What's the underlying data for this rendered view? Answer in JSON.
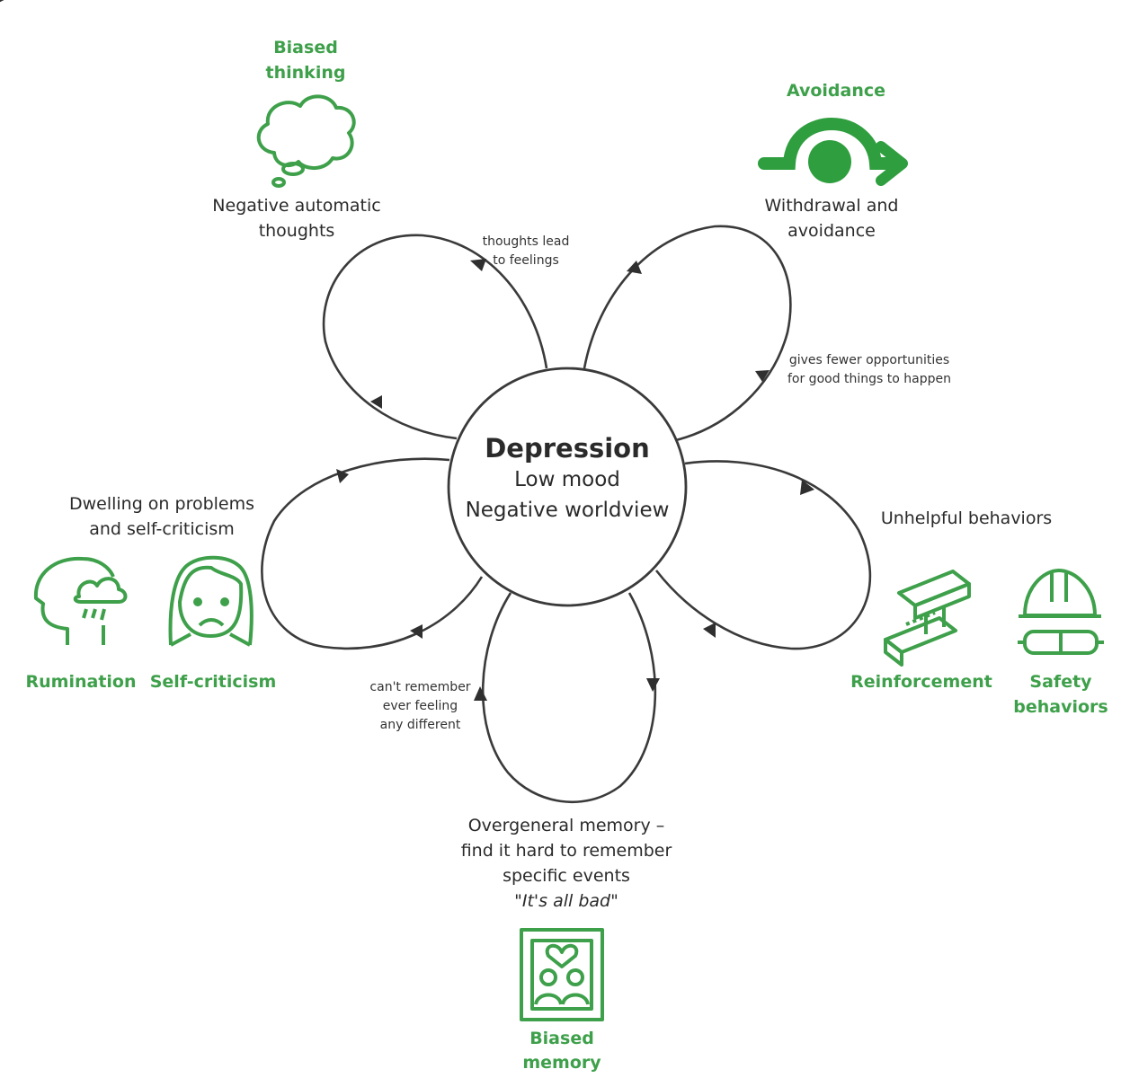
{
  "center": {
    "title": "Depression",
    "line1": "Low mood",
    "line2": "Negative worldview"
  },
  "nodes": {
    "biased_thinking": {
      "label_line1": "Biased",
      "label_line2": "thinking",
      "desc_line1": "Negative automatic",
      "desc_line2": "thoughts"
    },
    "avoidance": {
      "label": "Avoidance",
      "desc_line1": "Withdrawal and",
      "desc_line2": "avoidance"
    },
    "unhelpful": {
      "desc": "Unhelpful behaviors",
      "reinforcement": "Reinforcement",
      "safety_line1": "Safety",
      "safety_line2": "behaviors"
    },
    "memory": {
      "desc_line1": "Overgeneral memory –",
      "desc_line2": "find it hard to remember",
      "desc_line3": "specific events",
      "quote": "\"It's all bad\"",
      "label_line1": "Biased",
      "label_line2": "memory"
    },
    "dwelling": {
      "desc_line1": "Dwelling on problems",
      "desc_line2": "and self-criticism",
      "rumination": "Rumination",
      "self_criticism": "Self-criticism"
    }
  },
  "links": {
    "thoughts_feelings_line1": "thoughts lead",
    "thoughts_feelings_line2": "to feelings",
    "fewer_opps_line1": "gives fewer opportunities",
    "fewer_opps_line2": "for good things to happen",
    "cant_remember_line1": "can't remember",
    "cant_remember_line2": "ever feeling",
    "cant_remember_line3": "any different"
  },
  "colors": {
    "accent": "#3ea04a",
    "line": "#3a3a3a",
    "text": "#2a2a2a"
  },
  "icons": [
    "thought-cloud-icon",
    "avoidance-arrow-icon",
    "steel-beam-icon",
    "hardhat-goggles-icon",
    "photo-frame-icon",
    "head-raincloud-icon",
    "sad-face-icon"
  ]
}
